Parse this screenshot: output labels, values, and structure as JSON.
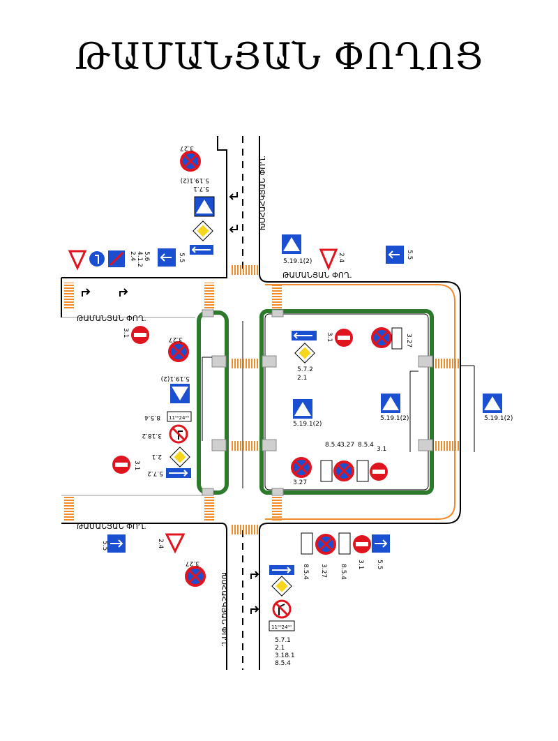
{
  "title": "ԹԱՄԱՆՅԱՆ ՓՈՂՈՑ",
  "streets": {
    "north": "ԽՍՀԱՀԿՅԱՆ ՓՈՂ.",
    "south": "ԽՍՀԱՀԿՅԱՆ ՓՈՂ.",
    "top_right": "ԹԱՄԱՆՅԱՆ ՓՈՂ.",
    "left_upper": "ԹԱՄԱՆՅԱՆ ՓՈՂ.",
    "left_lower": "ԹԱՄԱՆՅԱՆ ՓՈՂ."
  },
  "colors": {
    "island": "#2d7a2d",
    "crosswalk": "#f08a2a",
    "sign_blue": "#1a4fd1",
    "sign_red": "#e0141e",
    "sign_yellow": "#f6d51d",
    "road": "#000000"
  },
  "sign_codes": {
    "n_327": "3.27",
    "n_5191": "5.19.1(2)",
    "n_571": "5.7.1",
    "n_21": "2.1",
    "nw_24": "2.4",
    "nw_412": "4.1.2",
    "nw_56": "5.6",
    "nw_55": "5.5",
    "ne_5191": "5.19.1(2)",
    "ne_24": "2.4",
    "ne_55": "5.5",
    "wl_31": "3.1",
    "wl_327": "3.27",
    "wl_5191": "5.19.1(2)",
    "wl_854": "8.5.4",
    "wl_3182": "3.18.2",
    "wl_21": "2.1",
    "wl_31b": "3.1",
    "wl_572": "5.7.2",
    "c_572": "5.7.2",
    "c_21": "2.1",
    "c_31": "3.1",
    "c_327": "3.27",
    "c_5191": "5.19.1(2)",
    "c_5191b": "5.19.1(2)",
    "c_854a": "8.5.4",
    "c_327b": "3.27",
    "c_854b": "8.5.4",
    "c_31b": "3.1",
    "c_327c": "3.27",
    "e_5191": "5.19.1(2)",
    "sw_55": "5.5",
    "sw_24": "2.4",
    "sw_327": "3.27",
    "se_854": "8.5.4",
    "se_327": "3.27",
    "se_854b": "8.5.4",
    "se_31": "3.1",
    "se_55": "5.5",
    "s_571": "5.7.1",
    "s_21": "2.1",
    "s_3181": "3.18.1",
    "s_854": "8.5.4"
  },
  "time_plates": {
    "text": "11⁰⁰24⁰⁰"
  }
}
